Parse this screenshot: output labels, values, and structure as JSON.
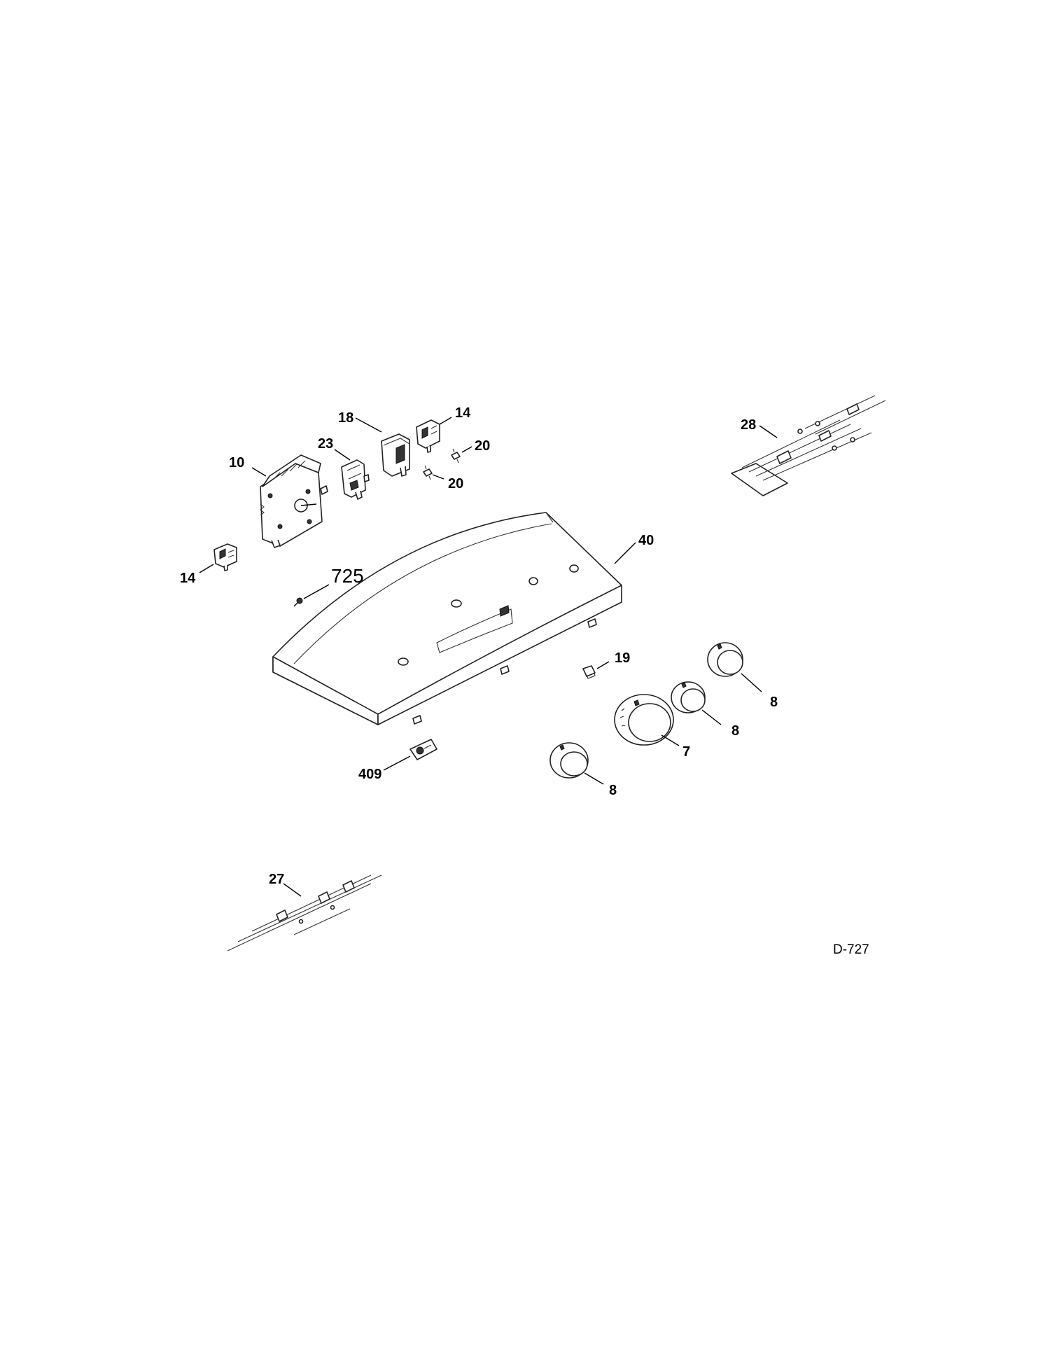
{
  "callouts": {
    "timer": "10",
    "switch_top": "14",
    "switch_left": "14",
    "switch_18": "18",
    "switch_23": "23",
    "clip_a": "20",
    "clip_b": "20",
    "harness_right": "28",
    "harness_left": "27",
    "console": "40",
    "screw": "725",
    "light": "19",
    "knob_timer": "7",
    "knob_a": "8",
    "knob_b": "8",
    "knob_c": "8",
    "badge": "409"
  },
  "drawing_code": "D-727"
}
